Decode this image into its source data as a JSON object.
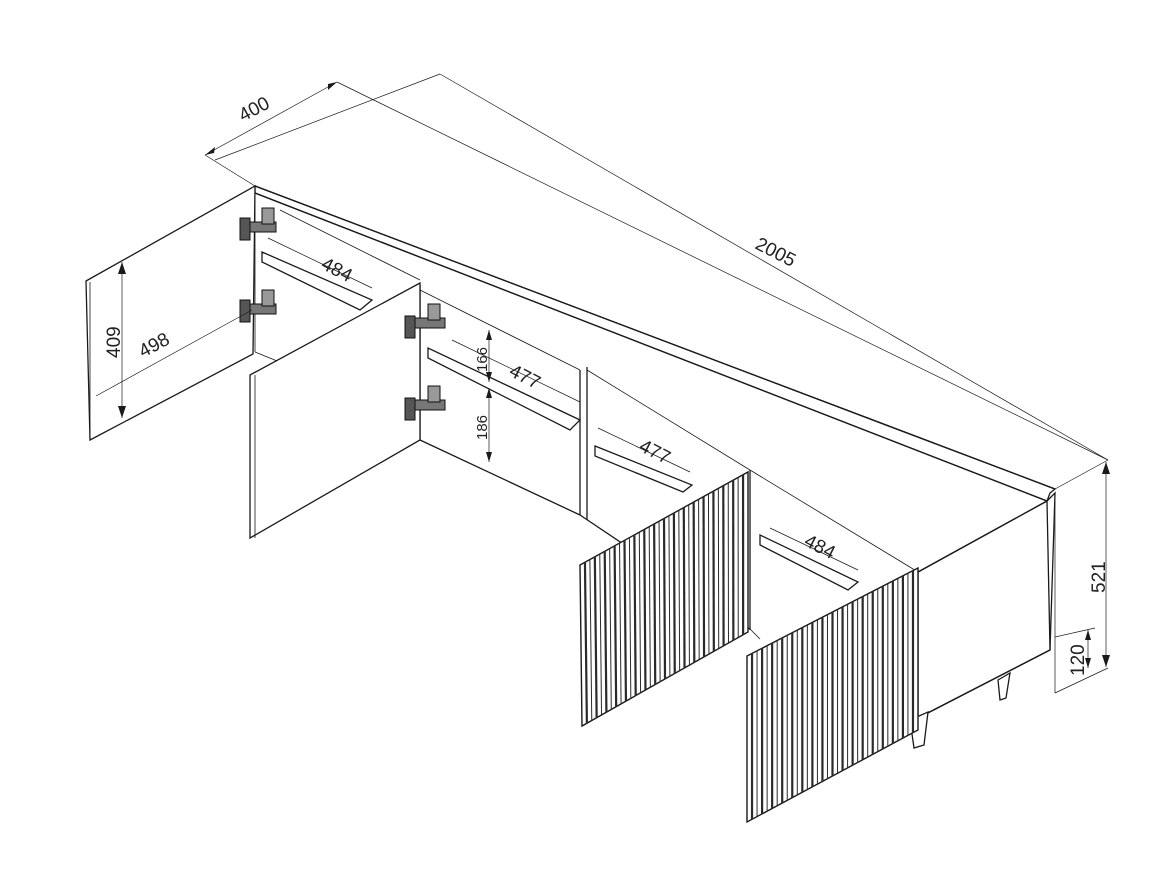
{
  "dimensions": {
    "depth": "400",
    "total_width": "2005",
    "total_height": "521",
    "leg_height": "120",
    "door_height": "409",
    "door_width": "498",
    "shelf_depth_left": "484",
    "shelf_depth_right": "484",
    "shelf_width_1": "477",
    "shelf_width_2": "477",
    "upper_gap": "166",
    "lower_gap": "186"
  },
  "colors": {
    "line": "#1a1a1a",
    "background": "#ffffff",
    "fluted_fill": "#2a2a2a"
  }
}
